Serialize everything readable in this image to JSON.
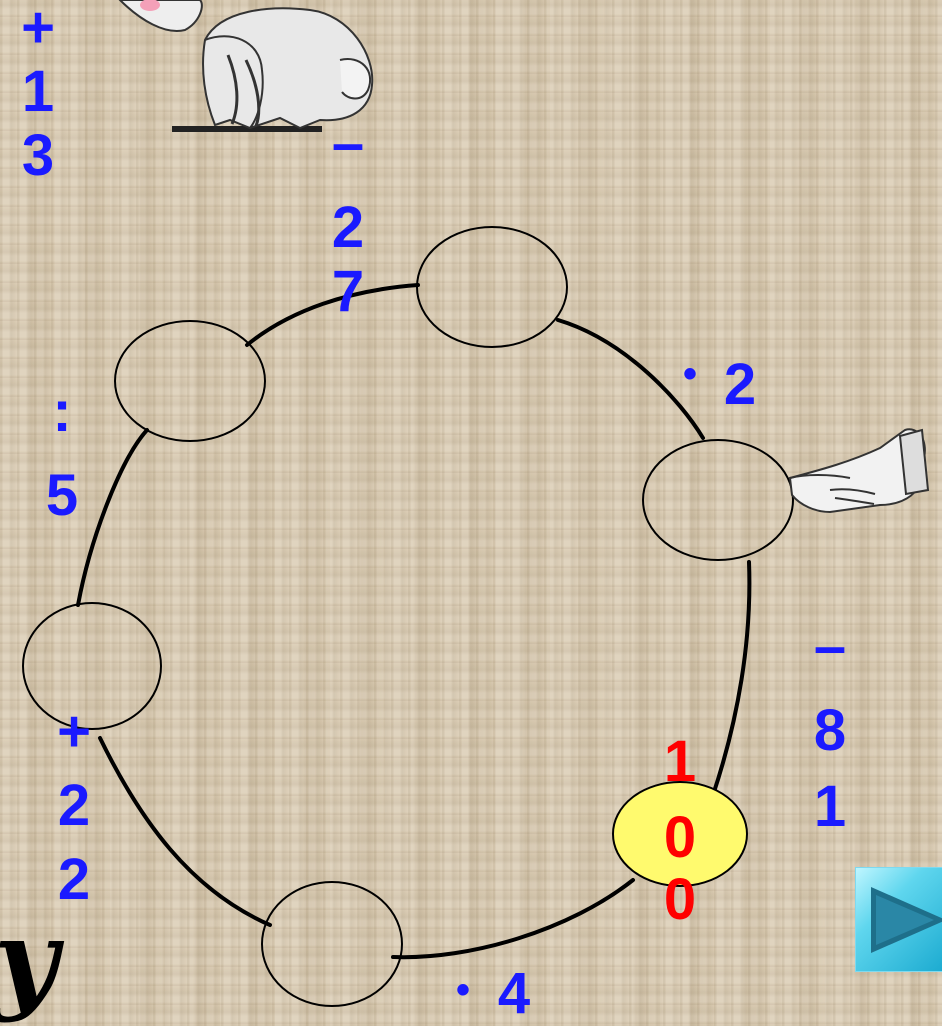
{
  "start_value": [
    "1",
    "0",
    "0"
  ],
  "operations": {
    "minus_81": [
      "–",
      "8",
      "1"
    ],
    "times_2": [
      "•",
      "2"
    ],
    "minus_27": [
      "–",
      "2",
      "7"
    ],
    "plus_13": [
      "+",
      "1",
      "3"
    ],
    "divide_5": [
      ":",
      "5"
    ],
    "plus_22": [
      "+",
      "2",
      "2"
    ],
    "times_4": [
      "•",
      "4"
    ]
  },
  "partial_glyph": "у",
  "colors": {
    "operation_text": "#1a1aff",
    "start_value_text": "#ff0000",
    "highlight_fill": "#fffa6e",
    "circle_stroke": "#000000",
    "button_fill": "#3fc3e3",
    "button_arrow": "#1e6f8a"
  },
  "icons": {
    "rabbit": "rabbit-icon",
    "pointing_hand": "pointing-hand-icon",
    "next": "play-arrow-icon"
  }
}
